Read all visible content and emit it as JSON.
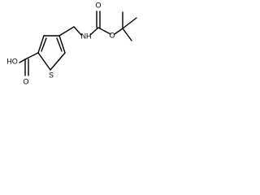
{
  "molecule": {
    "labels": {
      "hydroxyl": "HO",
      "sulfur": "S",
      "amine": "NH",
      "carbonyl_oxygen_acid": "O",
      "carbonyl_oxygen_carbamate": "O",
      "ether_oxygen": "O"
    }
  }
}
